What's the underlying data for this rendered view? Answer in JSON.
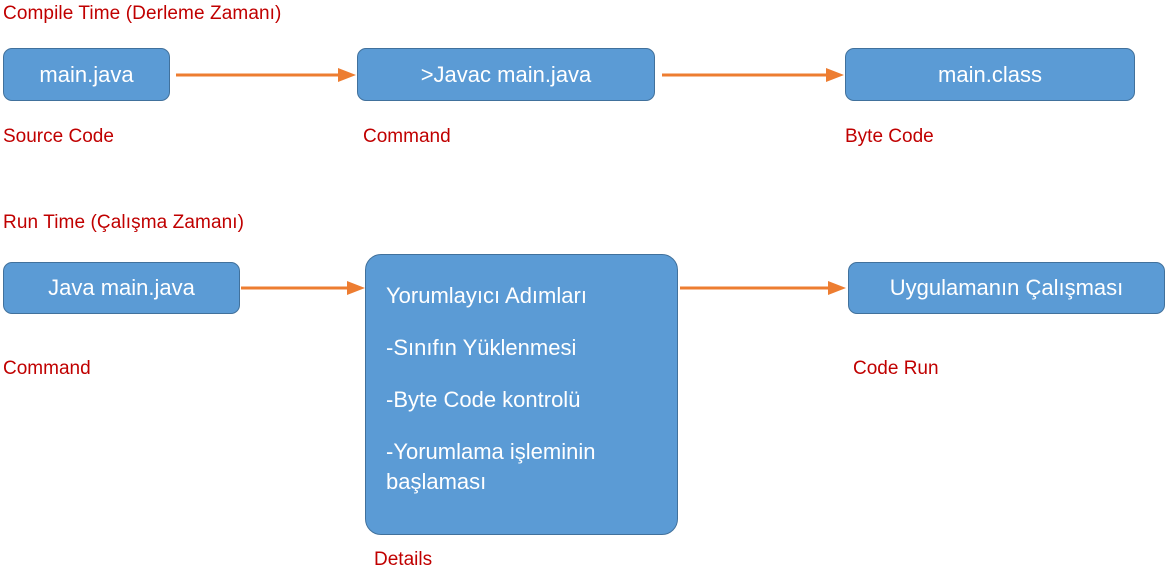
{
  "diagram": {
    "title_compile": "Compile Time  (Derleme Zamanı)",
    "title_run": "Run Time  (Çalışma Zamanı)",
    "accent_box_fill": "#5B9BD5",
    "accent_box_border": "#41719C",
    "accent_arrow": "#ED7D31",
    "accent_label": "#C00000"
  },
  "compile_time": {
    "heading": "Compile Time  (Derleme Zamanı)",
    "nodes": [
      {
        "label": "main.java",
        "caption": "Source Code"
      },
      {
        "label": ">Javac main.java",
        "caption": "Command"
      },
      {
        "label": "main.class",
        "caption": "Byte Code"
      }
    ],
    "arrows": [
      {
        "name": "arrow-source-to-command"
      },
      {
        "name": "arrow-command-to-bytecode"
      }
    ]
  },
  "run_time": {
    "heading": "Run Time  (Çalışma Zamanı)",
    "nodes": [
      {
        "label": "Java main.java",
        "caption": "Command"
      },
      {
        "label": "Yorumlayıcı Adımları",
        "caption": "Details"
      },
      {
        "label": "Uygulamanın Çalışması",
        "caption": "Code Run"
      }
    ],
    "interpreter_steps": [
      "Yorumlayıcı Adımları",
      "-Sınıfın Yüklenmesi",
      "-Byte Code kontrolü",
      "-Yorumlama işleminin başlaması"
    ],
    "arrows": [
      {
        "name": "arrow-command-to-interpreter"
      },
      {
        "name": "arrow-interpreter-to-run"
      }
    ]
  }
}
